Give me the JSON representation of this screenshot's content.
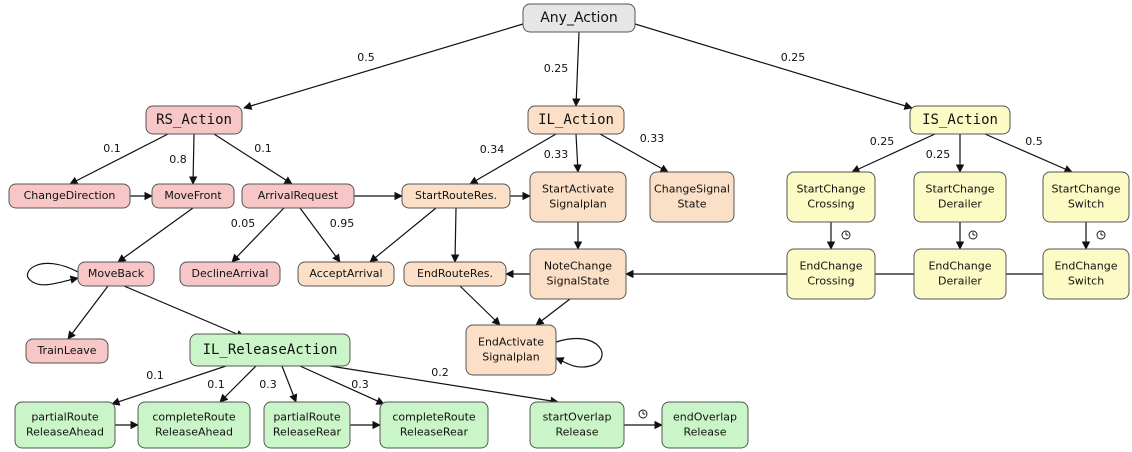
{
  "colors": {
    "gray": "#e6e6e6",
    "red": "#f7c6c7",
    "orange": "#fbdfc6",
    "yellow": "#fdfbc5",
    "green": "#c9f5c8"
  },
  "nodes": {
    "any_action": [
      "Any_Action"
    ],
    "rs_action": [
      "RS_Action"
    ],
    "il_action": [
      "IL_Action"
    ],
    "is_action": [
      "IS_Action"
    ],
    "change_direction": [
      "ChangeDirection"
    ],
    "move_front": [
      "MoveFront"
    ],
    "arrival_request": [
      "ArrivalRequest"
    ],
    "move_back": [
      "MoveBack"
    ],
    "decline_arrival": [
      "DeclineArrival"
    ],
    "accept_arrival": [
      "AcceptArrival"
    ],
    "train_leave": [
      "TrainLeave"
    ],
    "start_route_res": [
      "StartRouteRes."
    ],
    "end_route_res": [
      "EndRouteRes."
    ],
    "start_activate_signalplan": [
      "StartActivate",
      "Signalplan"
    ],
    "change_signal_state": [
      "ChangeSignal",
      "State"
    ],
    "note_change_signal_state": [
      "NoteChange",
      "SignalState"
    ],
    "end_activate_signalplan": [
      "EndActivate",
      "Signalplan"
    ],
    "start_change_crossing": [
      "StartChange",
      "Crossing"
    ],
    "start_change_derailer": [
      "StartChange",
      "Derailer"
    ],
    "start_change_switch": [
      "StartChange",
      "Switch"
    ],
    "end_change_crossing": [
      "EndChange",
      "Crossing"
    ],
    "end_change_derailer": [
      "EndChange",
      "Derailer"
    ],
    "end_change_switch": [
      "EndChange",
      "Switch"
    ],
    "il_release_action": [
      "IL_ReleaseAction"
    ],
    "partial_route_release_ahead": [
      "partialRoute",
      "ReleaseAhead"
    ],
    "complete_route_release_ahead": [
      "completeRoute",
      "ReleaseAhead"
    ],
    "partial_route_release_rear": [
      "partialRoute",
      "ReleaseRear"
    ],
    "complete_route_release_rear": [
      "completeRoute",
      "ReleaseRear"
    ],
    "start_overlap_release": [
      "startOverlap",
      "Release"
    ],
    "end_overlap_release": [
      "endOverlap",
      "Release"
    ]
  },
  "edge_labels": {
    "any_to_rs": "0.5",
    "any_to_il": "0.25",
    "any_to_is": "0.25",
    "rs_to_change_direction": "0.1",
    "rs_to_move_front": "0.8",
    "rs_to_arrival_request": "0.1",
    "arrival_to_decline": "0.05",
    "arrival_to_accept": "0.95",
    "il_to_start_route": "0.34",
    "il_to_start_activate": "0.33",
    "il_to_change_signal": "0.33",
    "is_to_crossing": "0.25",
    "is_to_derailer": "0.25",
    "is_to_switch": "0.5",
    "release_to_partial_ahead": "0.1",
    "release_to_complete_ahead": "0.1",
    "release_to_partial_rear": "0.3",
    "release_to_complete_rear": "0.3",
    "release_to_start_overlap": "0.2"
  }
}
